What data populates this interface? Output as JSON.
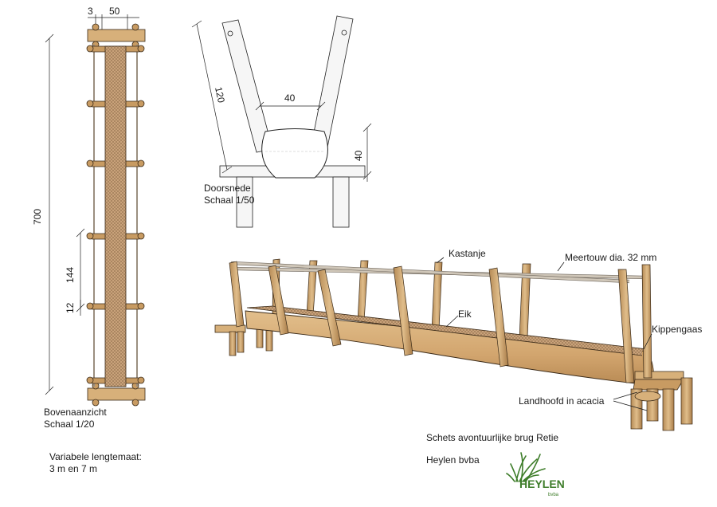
{
  "top_view": {
    "dim_width_small": "3",
    "dim_width": "50",
    "dim_length": "700",
    "dim_post_spacing": "144",
    "dim_post": "12",
    "caption_line1": "Bovenaanzicht",
    "caption_line2": "Schaal 1/20"
  },
  "section": {
    "dim_post_length": "120",
    "dim_trunk_width": "40",
    "dim_trunk_height": "40",
    "caption_line1": "Doorsnede",
    "caption_line2": "Schaal 1/50"
  },
  "perspective": {
    "labels": {
      "kastanje": "Kastanje",
      "meertouw": "Meertouw dia. 32 mm",
      "eik": "Eik",
      "kippengaas": "Kippengaas",
      "landhoofd": "Landhoofd in acacia"
    }
  },
  "notes": {
    "length_line1": "Variabele lengtemaat:",
    "length_line2": "3 m en 7 m",
    "title": "Schets avontuurlijke brug Retie",
    "company": "Heylen bvba"
  },
  "logo": {
    "text": "HEYLEN",
    "sub": "bvba",
    "color": "#3e7d2a"
  }
}
